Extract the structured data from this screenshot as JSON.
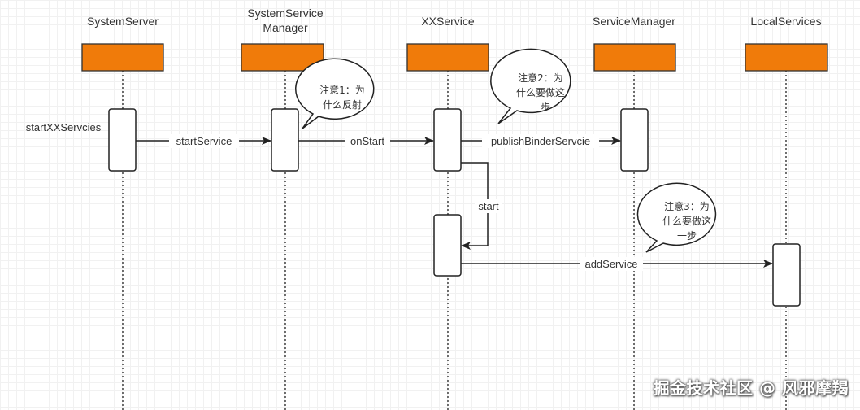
{
  "colors": {
    "header_fill": "#f07b0a",
    "header_stroke": "#333333",
    "line": "#222222",
    "note_fill": "#ffffff"
  },
  "participants": {
    "system_server": "SystemServer",
    "ssm_line1": "SystemService",
    "ssm_line2": "Manager",
    "xx_service": "XXService",
    "service_manager": "ServiceManager",
    "local_services": "LocalServices"
  },
  "messages": {
    "start_xx": "startXXServcies",
    "start_service": "startService",
    "on_start": "onStart",
    "publish": "publishBinderServcie",
    "start": "start",
    "add_service": "addService"
  },
  "notes": {
    "note1_line1": "注意1：为",
    "note1_line2": "什么反射",
    "note2_line1": "注意2：为",
    "note2_line2": "什么要做这",
    "note2_line3": "一步",
    "note3_line1": "注意3：为",
    "note3_line2": "什么要做这",
    "note3_line3": "一步"
  },
  "watermark": "掘金技术社区 @ 风邪摩羯"
}
